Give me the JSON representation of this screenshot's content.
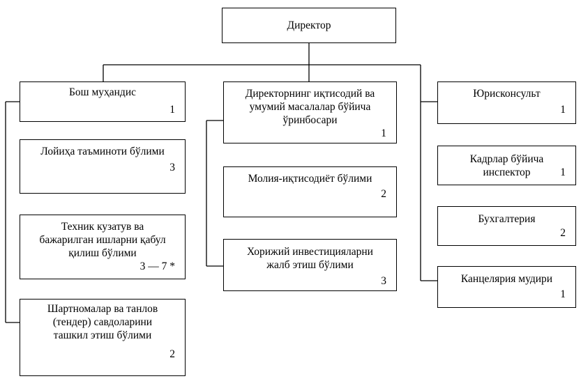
{
  "director": {
    "title": "Директор"
  },
  "left": [
    {
      "title": "Бош муҳандис",
      "number": "1"
    },
    {
      "title": "Лойиҳа таъминоти бўлими",
      "number": "3"
    },
    {
      "title": "Техник кузатув ва\nбажарилган ишларни қабул\nқилиш бўлими",
      "number": "3 — 7 *"
    },
    {
      "title": "Шартномалар ва танлов\n(тендер) савдоларини\nташкил этиш бўлими",
      "number": "2"
    }
  ],
  "center": [
    {
      "title": "Директорнинг иқтисодий ва\nумумий масалалар бўйича\nўринбосари",
      "number": "1"
    },
    {
      "title": "Молия-иқтисодиёт бўлими",
      "number": "2"
    },
    {
      "title": "Хорижий инвестицияларни\nжалб этиш бўлими",
      "number": "3"
    }
  ],
  "right": [
    {
      "title": "Юрисконсульт",
      "number": "1"
    },
    {
      "title": "Кадрлар бўйича\nинспектор",
      "number": "1"
    },
    {
      "title": "Бухгалтерия",
      "number": "2"
    },
    {
      "title": "Канцелярия мудири",
      "number": "1"
    }
  ]
}
